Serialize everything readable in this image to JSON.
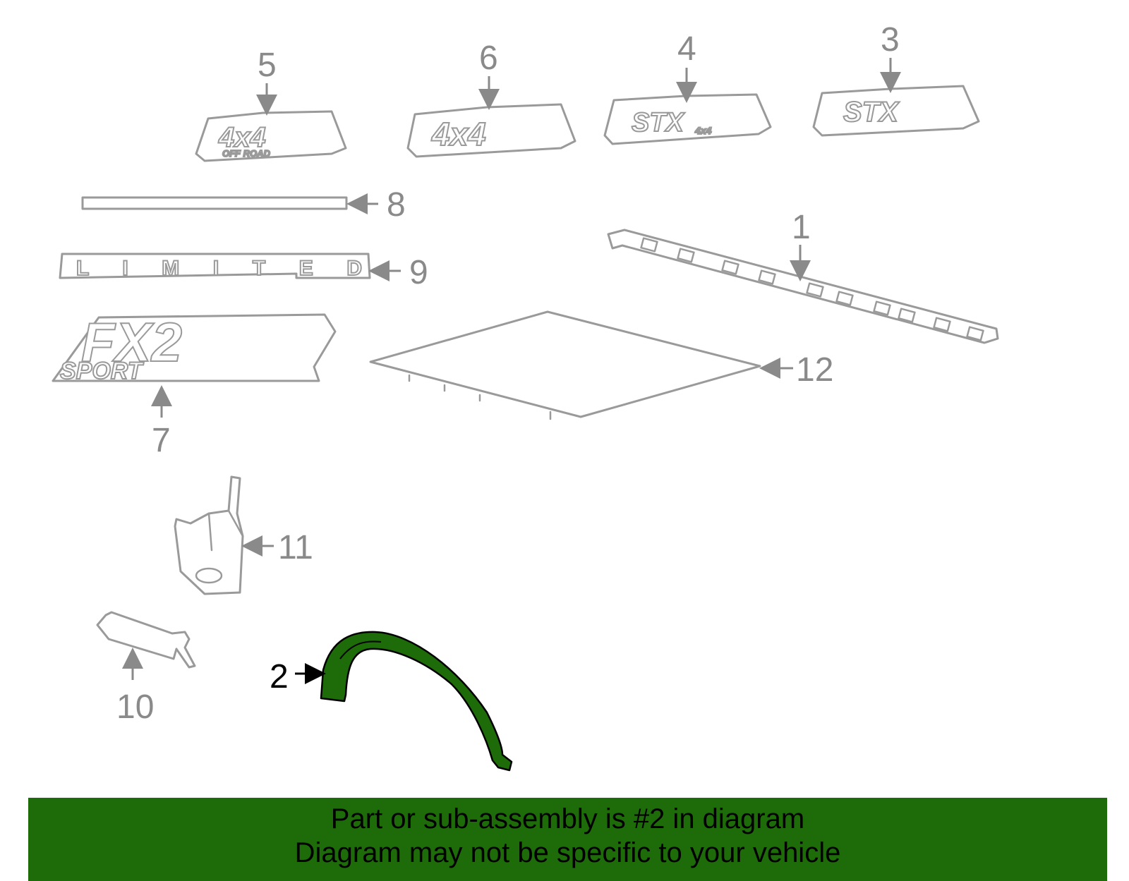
{
  "callouts": {
    "c1": "1",
    "c2": "2",
    "c3": "3",
    "c4": "4",
    "c5": "5",
    "c6": "6",
    "c7": "7",
    "c8": "8",
    "c9": "9",
    "c10": "10",
    "c11": "11",
    "c12": "12"
  },
  "emblems": {
    "e5_main": "4x4",
    "e5_sub": "OFF ROAD",
    "e6_main": "4x4",
    "e4_main": "STX",
    "e4_sub": "4x4",
    "e3_main": "STX",
    "e9_main": "L I M I T E D",
    "e7_main": "FX2",
    "e7_sub": "SPORT"
  },
  "highlight": {
    "part": "2",
    "color": "#1e6b0a"
  },
  "banner": {
    "line1": "Part or sub-assembly is #2 in diagram",
    "line2": "Diagram may not be specific to your vehicle",
    "color": "#1e6b0a"
  }
}
